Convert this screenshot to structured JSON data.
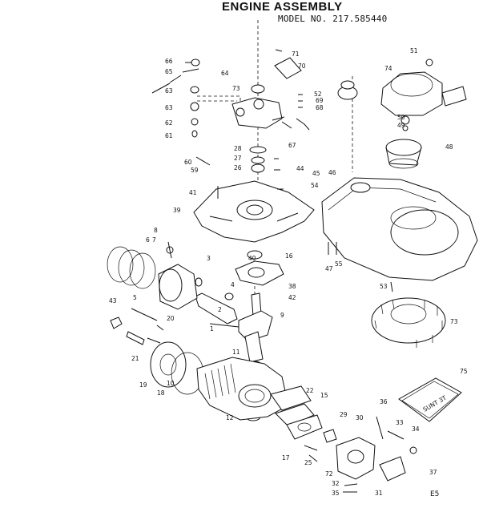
{
  "header": {
    "title": "ENGINE ASSEMBLY",
    "model": "MODEL NO. 217.585440"
  },
  "corner_code": "E5",
  "decal_text": "SUNT 3T",
  "callouts": [
    "66",
    "65",
    "64",
    "63",
    "63",
    "62",
    "61",
    "71",
    "70",
    "73",
    "52",
    "69",
    "68",
    "67",
    "28",
    "27",
    "26",
    "60",
    "59",
    "41",
    "39",
    "8",
    "7",
    "6",
    "5",
    "3",
    "4",
    "2",
    "1",
    "43",
    "20",
    "21",
    "19",
    "18",
    "10",
    "11",
    "12",
    "16",
    "40",
    "38",
    "42",
    "9",
    "44",
    "45",
    "54",
    "46",
    "47",
    "55",
    "53",
    "73",
    "74",
    "50",
    "49",
    "51",
    "48",
    "75",
    "22",
    "15",
    "17",
    "25",
    "29",
    "30",
    "33",
    "36",
    "34",
    "72",
    "37",
    "32",
    "35",
    "31"
  ]
}
